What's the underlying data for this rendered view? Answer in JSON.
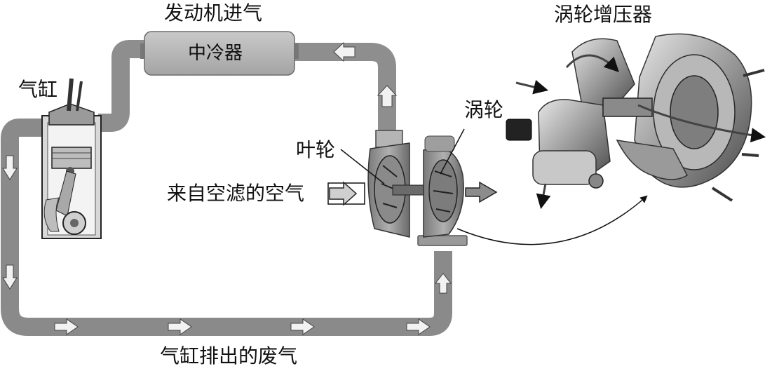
{
  "labels": {
    "engine_intake": "发动机进气",
    "turbocharger": "涡轮增压器",
    "cylinder": "气缸",
    "intercooler": "中冷器",
    "turbine": "涡轮",
    "impeller": "叶轮",
    "air_from_filter": "来自空滤的空气",
    "exhaust_from_cylinder": "气缸排出的废气"
  },
  "colors": {
    "pipe": "#8e8e8e",
    "pipe_dark": "#5a5a5a",
    "arrow": "#f2f2f2",
    "background": "#ffffff",
    "text": "#111111"
  }
}
